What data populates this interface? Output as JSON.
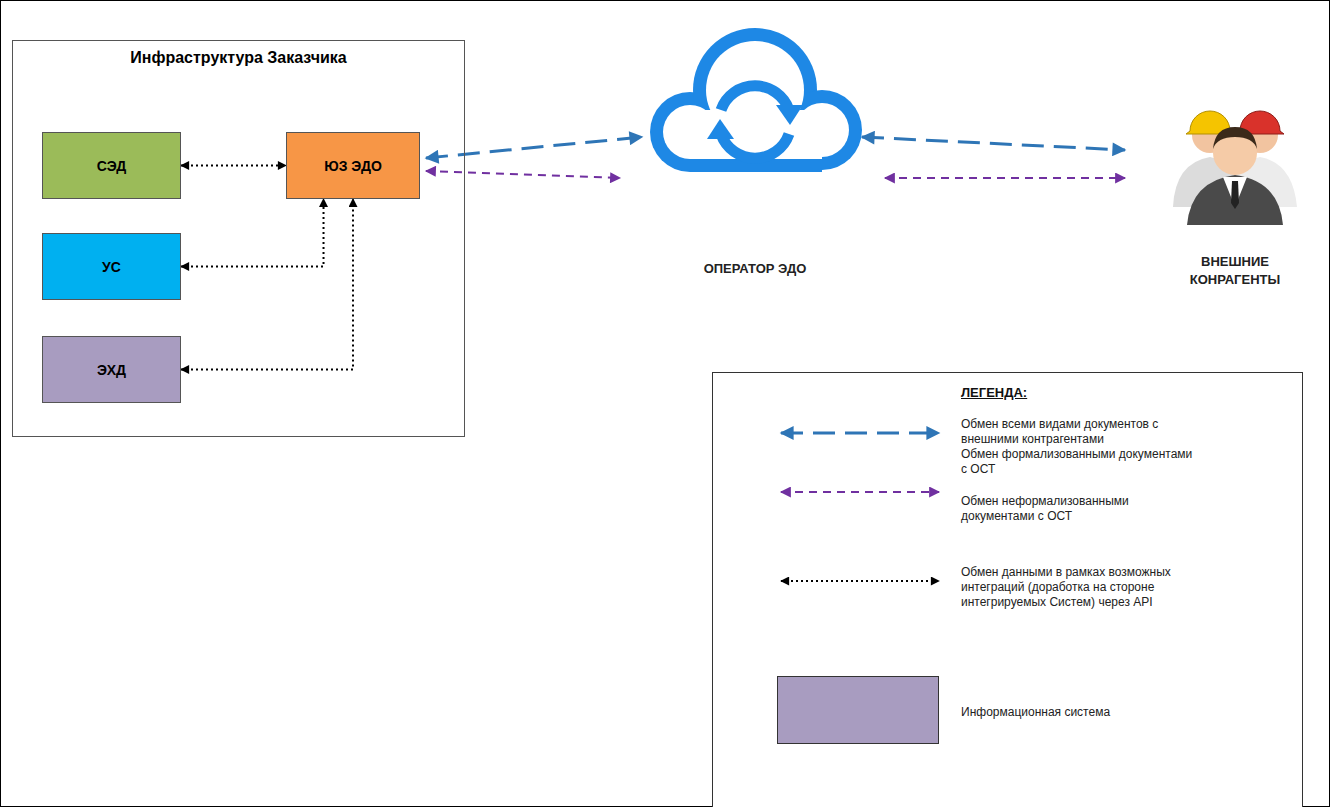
{
  "diagram": {
    "nodes": [
      {
        "text": [
          "Инфраструктура Заказчика"
        ]
      },
      {
        "text": [
          "СЭД"
        ],
        "in": 0
      },
      {
        "text": [
          "ЮЗ ЭДО"
        ],
        "in": 0
      },
      {
        "text": [
          "УС"
        ],
        "in": 0
      },
      {
        "text": [
          "ЭХД"
        ],
        "in": 0
      },
      {
        "text": [
          "ОПЕРАТОР ЭДО"
        ]
      },
      {
        "text": [
          "ВНЕШНИЕ КОНРАГЕНТЫ"
        ]
      }
    ],
    "edges": [
      {
        "from": 1,
        "to": 2,
        "arrow": "both"
      },
      {
        "from": 3,
        "to": 2,
        "arrow": "both"
      },
      {
        "from": 4,
        "to": 2,
        "arrow": "both"
      },
      {
        "from": 2,
        "to": 5,
        "arrow": "both"
      },
      {
        "from": 2,
        "to": 5,
        "arrow": "both"
      },
      {
        "from": 5,
        "to": 6,
        "arrow": "both"
      },
      {
        "from": 5,
        "to": 6,
        "arrow": "both"
      }
    ],
    "labels": [
      "ЛЕГЕНДА:"
    ],
    "legend": [
      {
        "text": "Обмен всеми видами документов с внешними контрагентами"
      },
      {
        "text": "Обмен формализованными документами с ОСТ"
      },
      {
        "text": "Обмен неформализованными документами с ОСТ"
      },
      {
        "text": "Обмен данными в рамках возможных интеграций (доработка на стороне интегрируемых Систем) через API"
      },
      {
        "text": "Информационная система",
        "color": "#a89cc0"
      }
    ]
  }
}
